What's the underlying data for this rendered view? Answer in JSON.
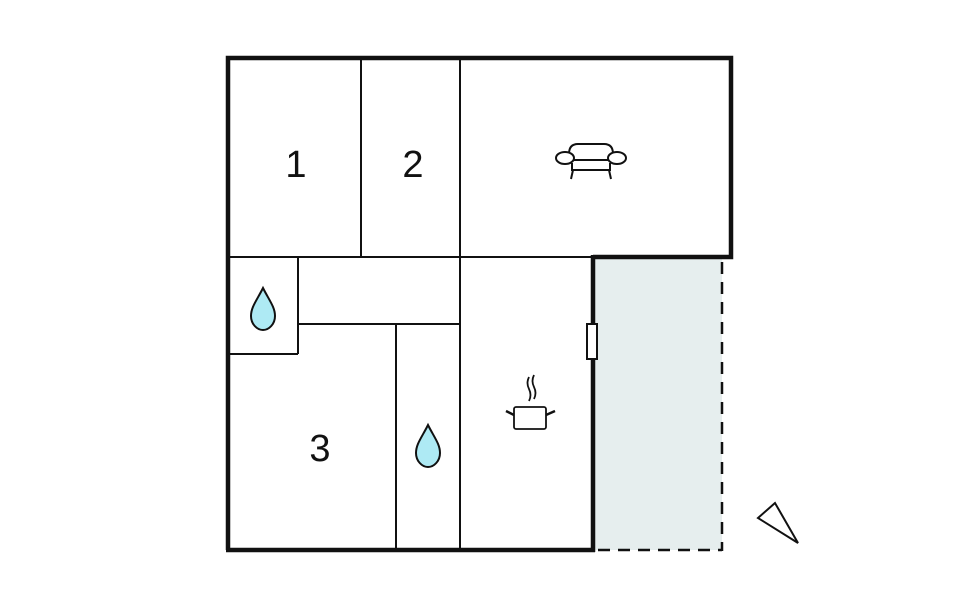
{
  "floorplan": {
    "colors": {
      "wall": "#111111",
      "water": "#aeeaf4",
      "terrace": "#e6eeee",
      "background": "#ffffff"
    },
    "rooms": [
      {
        "id": "bedroom-1",
        "label": "1",
        "type": "bedroom"
      },
      {
        "id": "bedroom-2",
        "label": "2",
        "type": "bedroom"
      },
      {
        "id": "bedroom-3",
        "label": "3",
        "type": "bedroom"
      },
      {
        "id": "living-room",
        "label": "",
        "type": "living",
        "icon": "sofa-icon"
      },
      {
        "id": "kitchen",
        "label": "",
        "type": "kitchen",
        "icon": "cooking-pot-icon"
      },
      {
        "id": "bathroom-1",
        "label": "",
        "type": "bathroom",
        "icon": "water-drop-icon"
      },
      {
        "id": "bathroom-2",
        "label": "",
        "type": "bathroom",
        "icon": "water-drop-icon"
      },
      {
        "id": "hallway",
        "label": "",
        "type": "hallway"
      },
      {
        "id": "terrace",
        "label": "",
        "type": "terrace"
      }
    ],
    "compass": {
      "icon": "north-arrow-icon"
    }
  }
}
